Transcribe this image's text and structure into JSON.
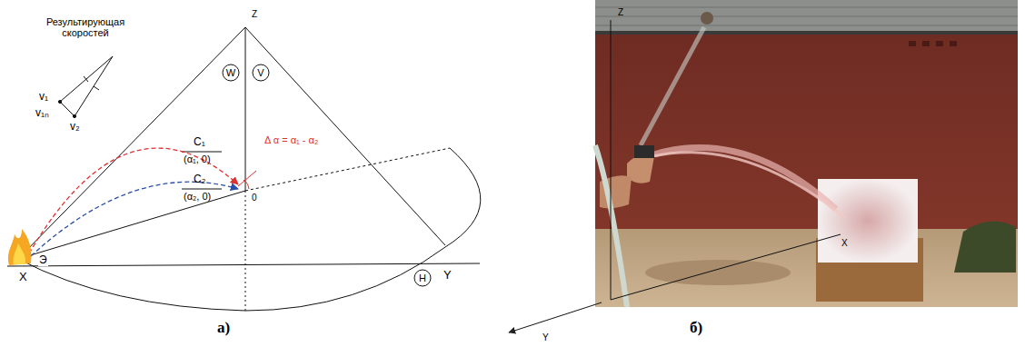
{
  "diagram": {
    "nodes": [
      {
        "text": [
          "W"
        ]
      },
      {
        "text": [
          "V"
        ]
      },
      {
        "text": [
          "H"
        ]
      }
    ],
    "labels": [
      "Результирующая скоростей",
      "v₁",
      "v₁ₙ",
      "v₂",
      "Z",
      "C₁",
      "(α₁, 0)",
      "Δ α  = α₁ - α₂",
      "0",
      "C₂",
      "(α₂, 0)",
      "X",
      "Э",
      "Y",
      "а)",
      "б)",
      "Z",
      "X",
      "Y"
    ]
  }
}
